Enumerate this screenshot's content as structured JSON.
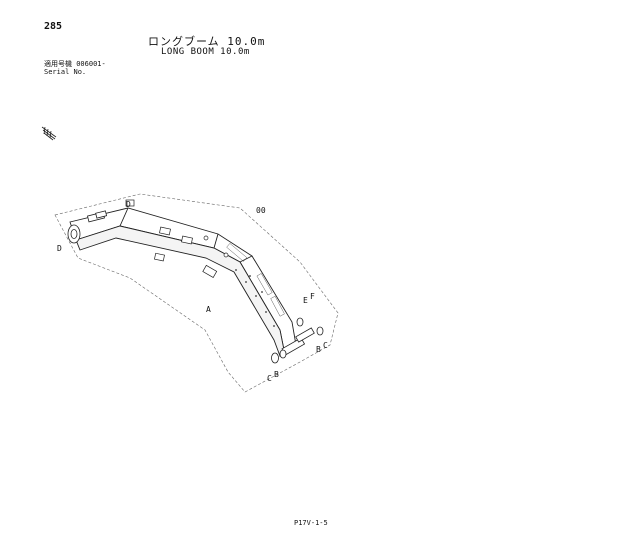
{
  "header": {
    "page_number": "285",
    "title_jp": "ロングブーム 10.0m",
    "title_en": "LONG BOOM 10.0m",
    "serial_jp": "適用号機 006001-",
    "serial_en": "Serial No."
  },
  "drawing": {
    "callouts": {
      "a": "A",
      "b_lower": "B",
      "b_right": "B",
      "c_lower": "C",
      "c_right": "C",
      "d_left": "D",
      "d_top": "D",
      "e": "E",
      "f": "F",
      "oo": "00"
    }
  },
  "footer": {
    "code": "P17V-1-5"
  }
}
